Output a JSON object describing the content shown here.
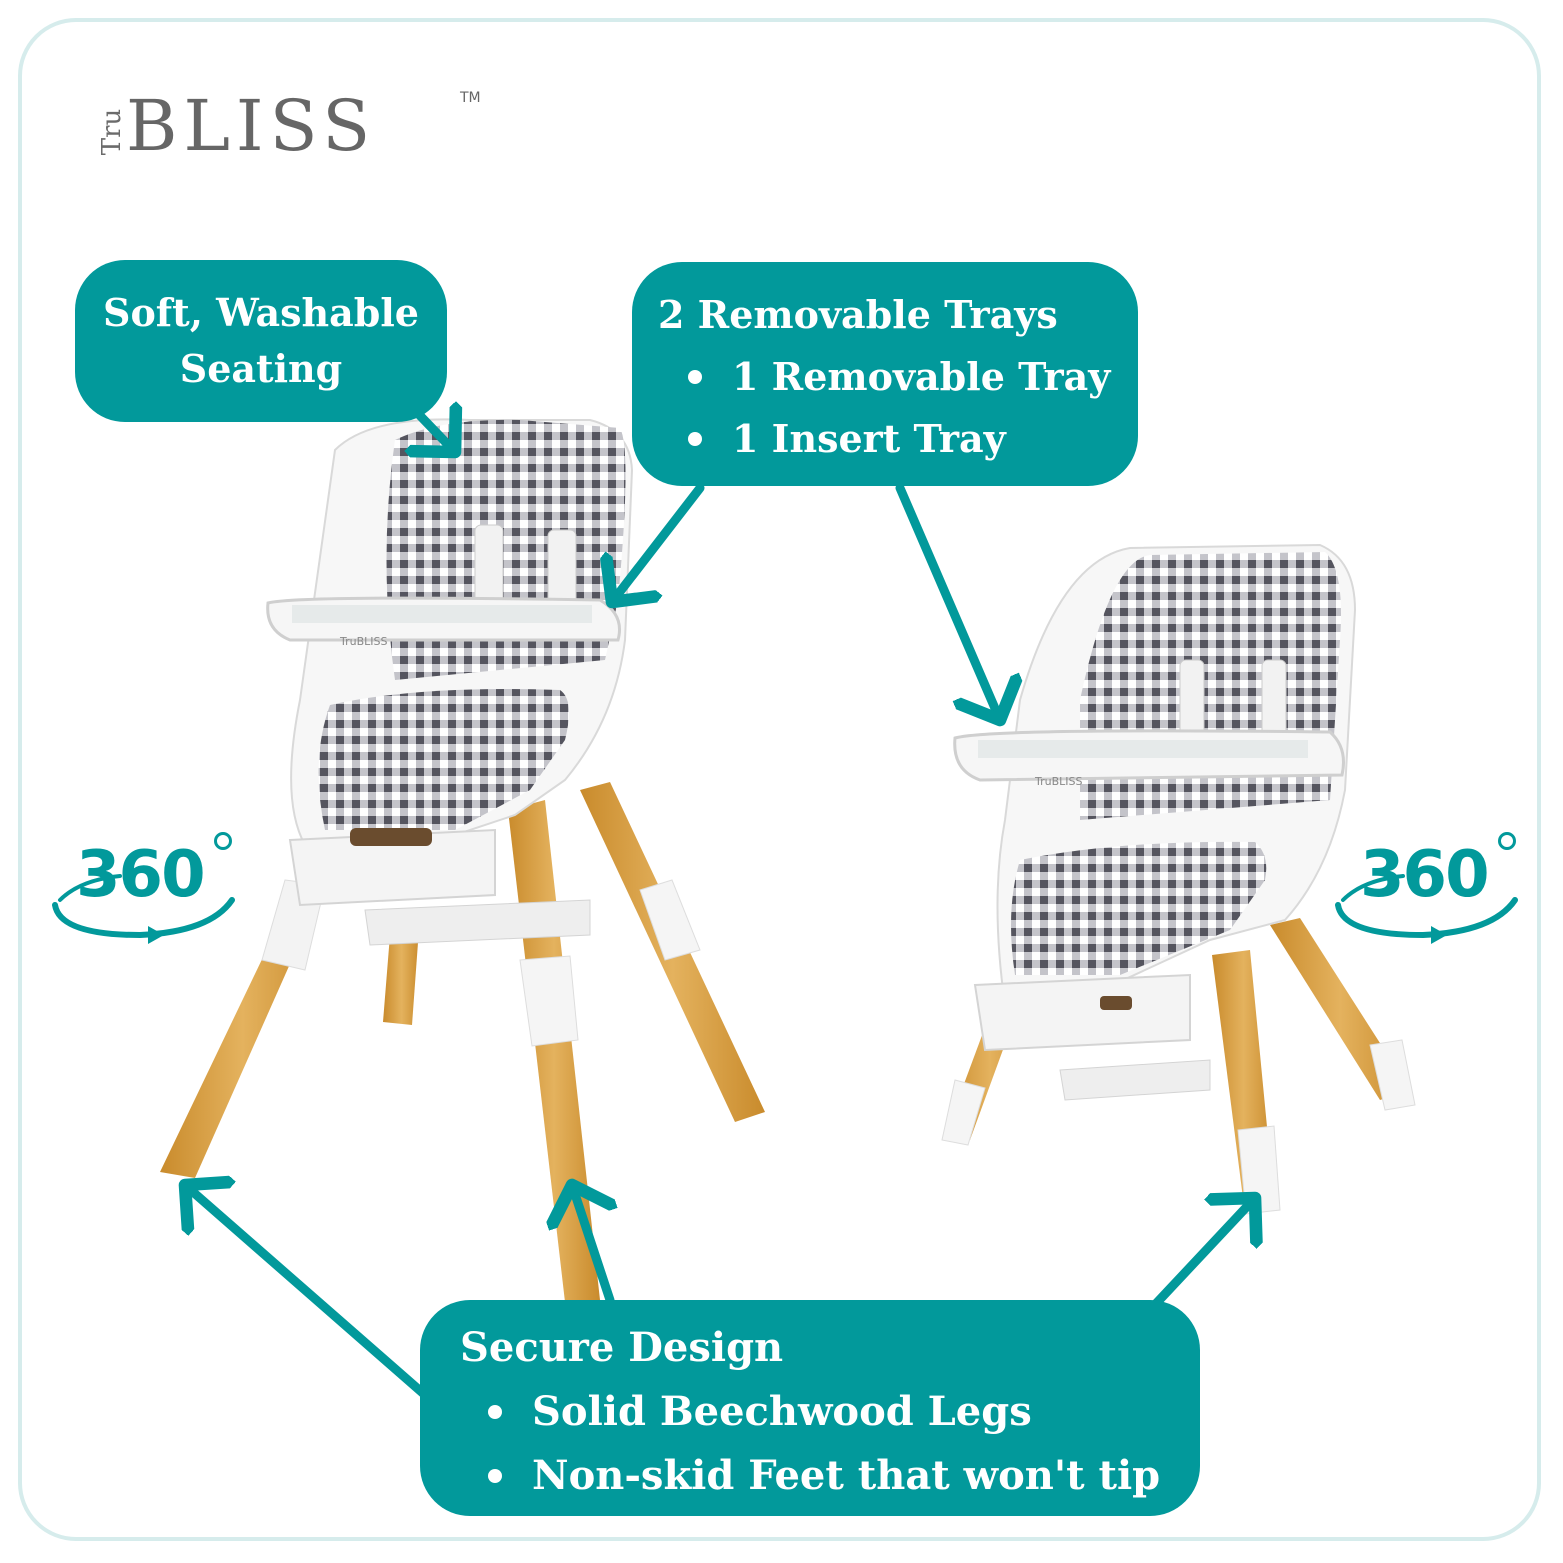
{
  "brand": {
    "prefix": "Tru",
    "name": "BLISS",
    "trademark": "TM",
    "tray_logo": "TruBLISS"
  },
  "callouts": {
    "seating": {
      "line1": "Soft, Washable",
      "line2": "Seating"
    },
    "trays": {
      "title": "2 Removable Trays",
      "items": [
        "1 Removable Tray",
        "1 Insert Tray"
      ]
    },
    "design": {
      "title": "Secure Design",
      "items": [
        "Solid Beechwood Legs",
        "Non-skid Feet that won't tip"
      ]
    }
  },
  "rotation": {
    "left_label": "360",
    "right_label": "360"
  },
  "colors": {
    "accent": "#02999b",
    "frame": "#d6ecec",
    "wood": "#d9a24a",
    "gingham": "#6f6f78",
    "white_plastic": "#f4f4f4"
  }
}
